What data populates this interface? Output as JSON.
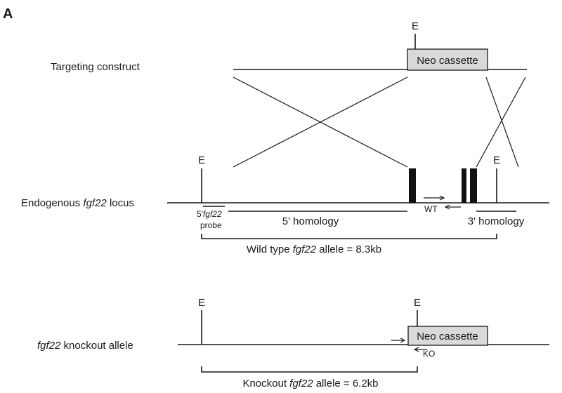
{
  "panel_label": "A",
  "rows": {
    "targeting_construct": "Targeting construct",
    "endogenous_locus": {
      "prefix": "Endogenous ",
      "gene": "fgf22",
      "suffix": " locus"
    },
    "knockout_allele": {
      "gene": "fgf22",
      "suffix": " knockout allele"
    }
  },
  "site_marker": "E",
  "neo_cassette": "Neo cassette",
  "probe": {
    "prefix": "5'",
    "gene": "fgf22",
    "second_line": "probe"
  },
  "homology": {
    "five_prime": "5' homology",
    "three_prime": "3' homology"
  },
  "primers": {
    "wt": "WT",
    "ko": "KO"
  },
  "wild_type_allele": {
    "prefix": "Wild type ",
    "gene": "fgf22",
    "suffix": " allele = 8.3kb"
  },
  "knockout_size": {
    "prefix": "Knockout ",
    "gene": "fgf22",
    "suffix": " allele = 6.2kb"
  },
  "colors": {
    "line": "#1a1a1a",
    "exon": "#111111",
    "cassette_fill": "#d9d9d9"
  }
}
